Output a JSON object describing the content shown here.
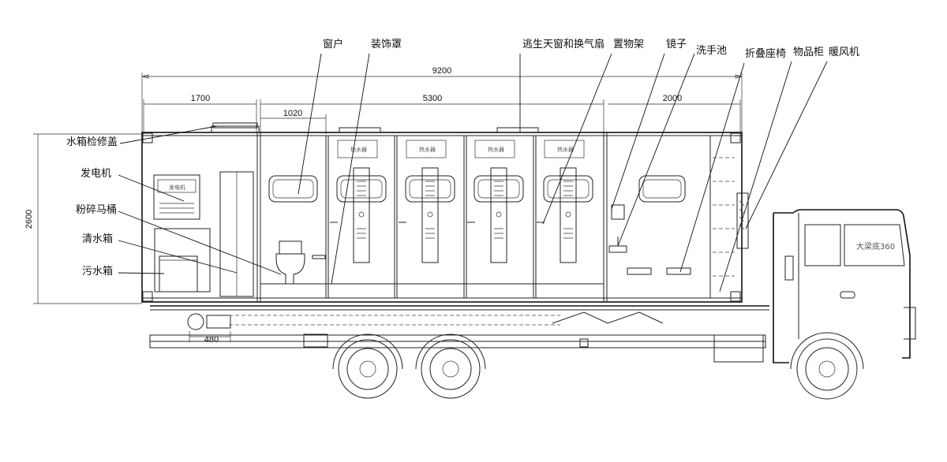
{
  "labels": {
    "window": "窗户",
    "decor_cover": "装饰罩",
    "skylight_fan": "逃生天窗和换气扇",
    "shelf": "置物架",
    "mirror": "镜子",
    "sink": "洗手池",
    "folding_seat": "折叠座椅",
    "locker": "物品柜",
    "heater": "暖风机",
    "tank_cover": "水箱检修盖",
    "generator": "发电机",
    "toilet": "粉碎马桶",
    "clean_tank": "清水箱",
    "waste_tank": "污水箱"
  },
  "dimensions": {
    "total": "9200",
    "front_section": "1700",
    "cabin": "5300",
    "rear_section": "2000",
    "toilet_room": "1020",
    "height": "2600",
    "axle_gap": "480"
  },
  "cab_badge": "大梁底360",
  "heater_tag": "热水器",
  "generator_tag": "发电机"
}
